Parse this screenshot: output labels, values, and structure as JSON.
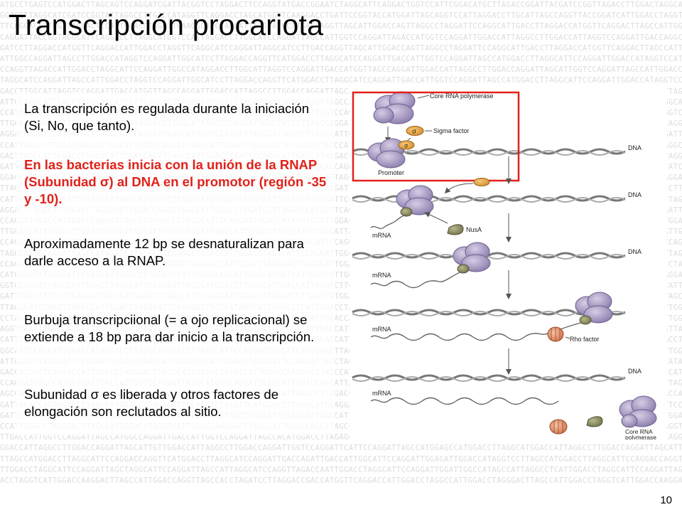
{
  "slide": {
    "title": "Transcripción procariota",
    "page_number": "10",
    "paragraphs": [
      "La transcripción es regulada durante la iniciación (Si, No, que tanto).",
      "En las bacterias inicia con la unión de la RNAP (Subunidad σ) al DNA en el promotor (región -35 y -10).",
      "Aproximadamente 12 bp se desnaturalizan para darle acceso a la RNAP.",
      "Burbuja transcripciional (= a ojo replicacional) se extiende a 18 bp para dar inicio a la transcripción.",
      "Subunidad σ es liberada y otros factores de elongación son reclutados al sitio."
    ]
  },
  "figure": {
    "labels": {
      "core_rna_polymerase": "Core RNA polymerase",
      "sigma_factor": "Sigma factor",
      "sigma_symbol": "σ",
      "promoter": "Promoter",
      "dna": "DNA",
      "mrna": "mRNA",
      "nusa": "NusA",
      "rho_factor": "Rho factor",
      "core_rna_polymerase_end_1": "Core RNA",
      "core_rna_polymerase_end_2": "polymerase"
    }
  },
  "colors": {
    "highlight_red": "#e0221b",
    "polymerase_purple": "#9c8fb8",
    "sigma_orange": "#e7a143",
    "nusa_green": "#8c8c62",
    "rho_pink": "#e0936b",
    "dna_gray": "#777777"
  }
}
